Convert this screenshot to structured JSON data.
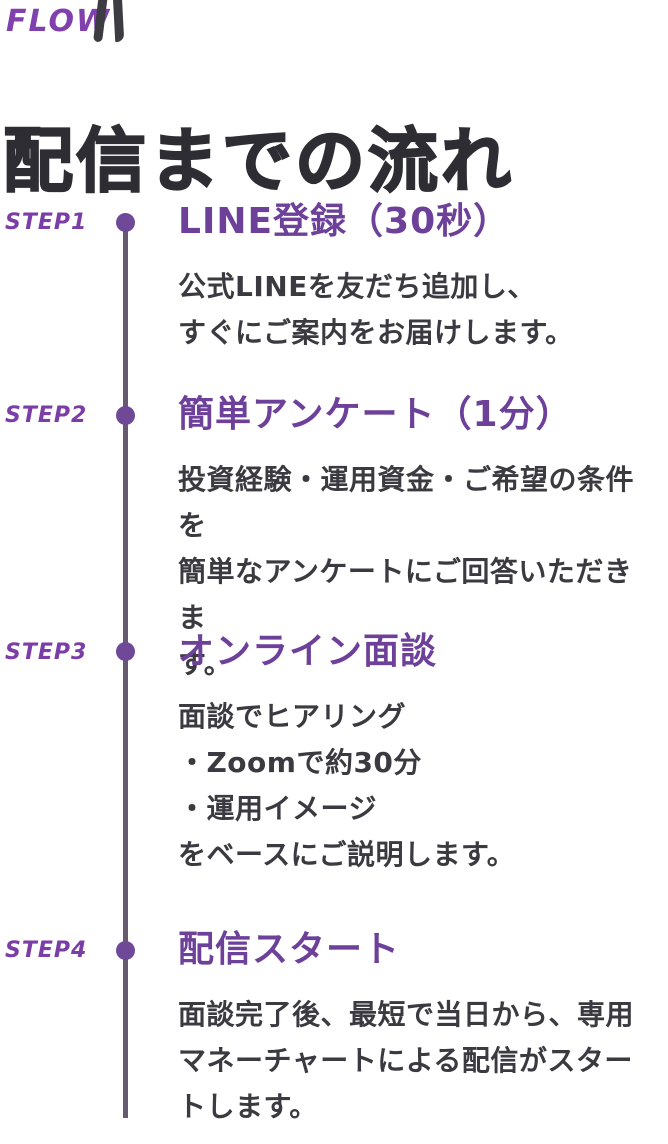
{
  "colors": {
    "accent_purple": "#8040ae",
    "step_title_purple": "#6d4199",
    "heading_dark": "#2d2d33",
    "body_text": "#3a3a40",
    "timeline_line": "#655a6e",
    "timeline_dot": "#6f4898",
    "background": "#ffffff"
  },
  "header": {
    "eyebrow": "FLOW",
    "title": "配信までの流れ"
  },
  "steps": [
    {
      "label": "STEP1",
      "title": "LINE登録（30秒）",
      "body": "公式LINEを友だち追加し、\nすぐにご案内をお届けします。"
    },
    {
      "label": "STEP2",
      "title": "簡単アンケート（1分）",
      "body": "投資経験・運用資金・ご希望の条件を\n簡単なアンケートにご回答いただきま\nす。"
    },
    {
      "label": "STEP3",
      "title": "オンライン面談",
      "body": "面談でヒアリング\n・Zoomで約30分\n・運用イメージ\nをベースにご説明します。"
    },
    {
      "label": "STEP4",
      "title": "配信スタート",
      "body": "面談完了後、最短で当日から、専用\nマネーチャートによる配信がスター\nトします。"
    }
  ]
}
